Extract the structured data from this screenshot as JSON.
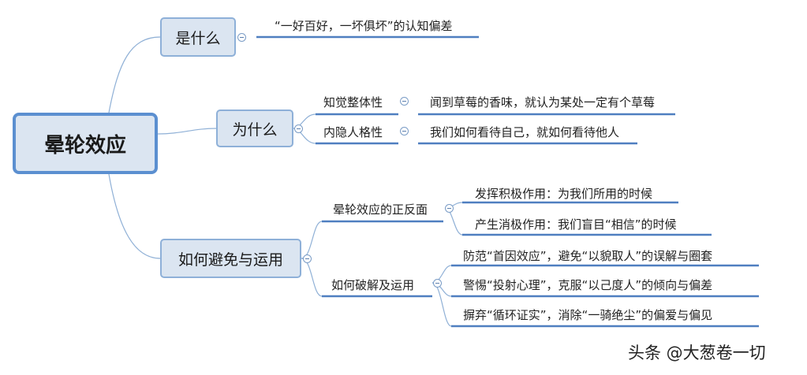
{
  "root": "晕轮效应",
  "what": {
    "label": "是什么",
    "detail": "“一好百好，一坏俱坏”的认知偏差"
  },
  "why": {
    "label": "为什么",
    "items": [
      {
        "label": "知觉整体性",
        "detail": "闻到草莓的香味，就认为某处一定有个草莓"
      },
      {
        "label": "内隐人格性",
        "detail": "我们如何看待自己，就如何看待他人"
      }
    ]
  },
  "how": {
    "label": "如何避免与运用",
    "groups": [
      {
        "label": "晕轮效应的正反面",
        "items": [
          "发挥积极作用：为我们所用的时候",
          "产生消极作用：我们盲目“相信”的时候"
        ]
      },
      {
        "label": "如何破解及运用",
        "items": [
          "防范“首因效应”，避免“以貌取人”的误解与圈套",
          "警惕“投射心理”，克服“以己度人”的倾向与偏差",
          "摒弃“循环证实”，消除“一骑绝尘”的偏爱与偏见"
        ]
      }
    ]
  },
  "watermark": "头条 @大葱卷一切",
  "colors": {
    "node_fill": "#dbe5f1",
    "node_border": "#8eb0d8",
    "root_border": "#5b8fd0",
    "line": "#4f7fc0"
  }
}
